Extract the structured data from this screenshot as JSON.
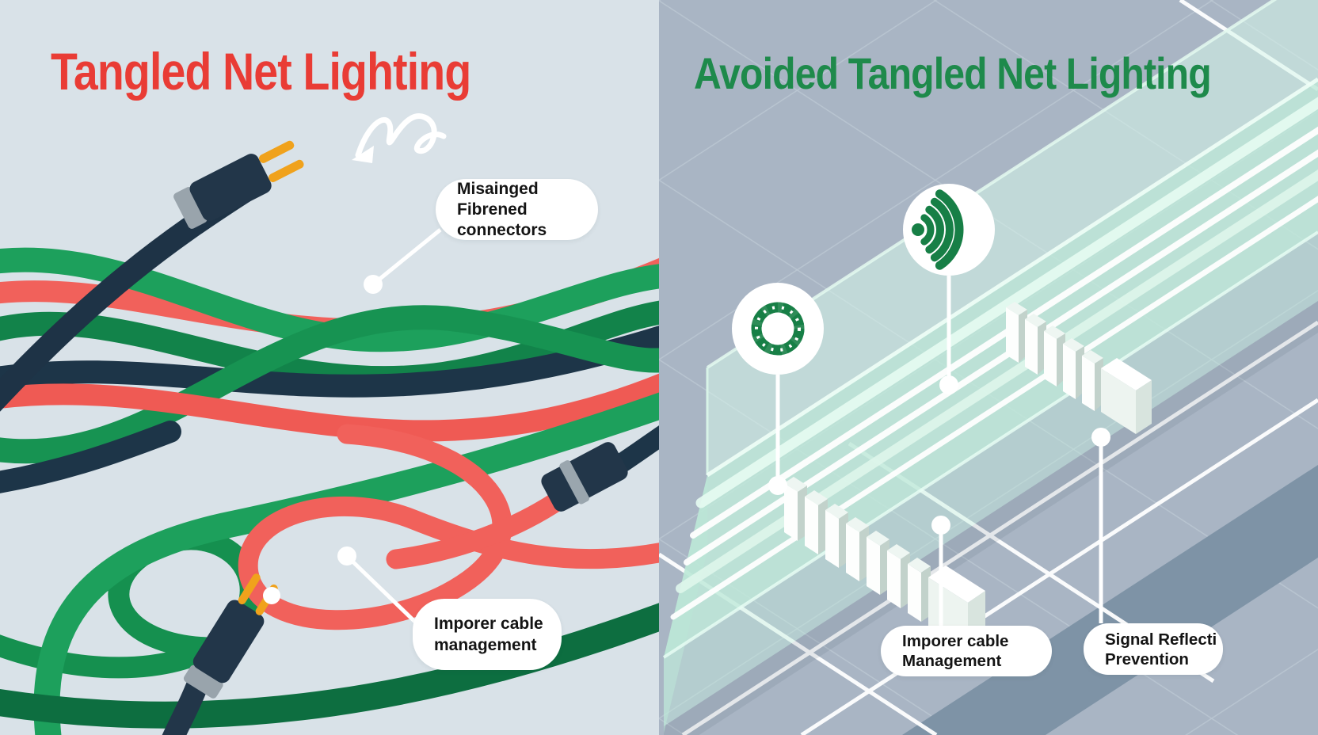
{
  "left_panel": {
    "title": "Tangled Net Lighting",
    "title_color": "#e93c35",
    "background": "#d9e2e8",
    "callouts": [
      {
        "id": "misaligned-connectors",
        "lines": [
          "Misainged",
          "Fibrened connectors"
        ]
      },
      {
        "id": "improper-cable-management",
        "lines": [
          "Imporer cable",
          "management"
        ]
      }
    ],
    "cable_colors": {
      "green": "#1da05c",
      "dark_green": "#0d6e40",
      "red": "#f1615b",
      "navy": "#1d3548",
      "prong_yellow": "#f0a21c"
    }
  },
  "right_panel": {
    "title": "Avoided Tangled Net Lighting",
    "title_color": "#1e8a4b",
    "background": "#a9b5c4",
    "icons": [
      {
        "name": "knot-icon",
        "color": "#177f46"
      },
      {
        "name": "signal-waves-icon",
        "color": "#177f46"
      }
    ],
    "callouts": [
      {
        "id": "improper-cable-management",
        "lines": [
          "Imporer cable",
          "Management"
        ]
      },
      {
        "id": "signal-reflection-prevention",
        "lines": [
          "Signal Reflecti",
          "Prevention"
        ]
      }
    ],
    "tray_color": "#bfe9d9",
    "road_color": "#7e93a6"
  }
}
